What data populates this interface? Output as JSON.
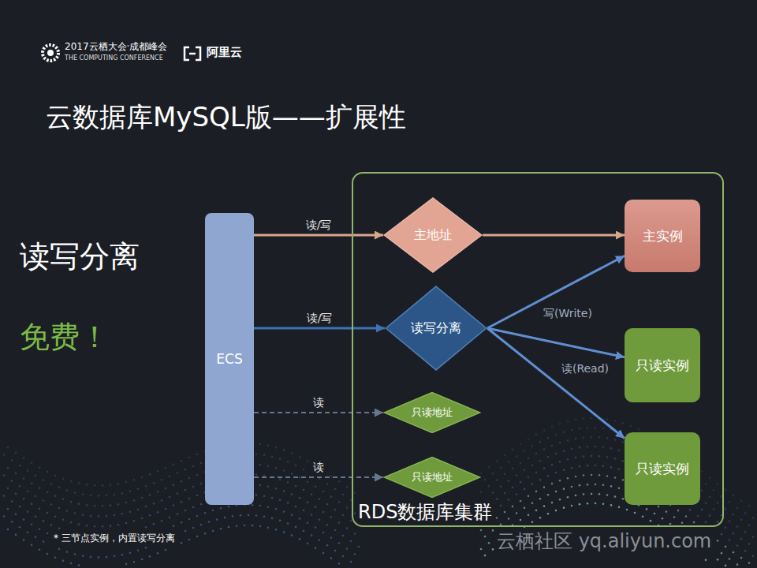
{
  "diagram": {
    "title": "云数据库MySQL版——扩展性",
    "nodes": [
      {
        "text": [
          "ECS"
        ]
      },
      {
        "text": [
          "RDS数据库集群"
        ]
      },
      {
        "text": [
          "主地址"
        ],
        "in": 1
      },
      {
        "text": [
          "读写分离"
        ],
        "in": 1
      },
      {
        "text": [
          "只读地址"
        ],
        "in": 1
      },
      {
        "text": [
          "只读地址"
        ],
        "in": 1
      },
      {
        "text": [
          "主实例"
        ],
        "in": 1
      },
      {
        "text": [
          "只读实例"
        ],
        "in": 1
      },
      {
        "text": [
          "只读实例"
        ],
        "in": 1
      }
    ],
    "edges": [
      {
        "from": 0,
        "to": 2,
        "arrow": "to",
        "label": "读/写"
      },
      {
        "from": 0,
        "to": 3,
        "arrow": "to",
        "label": "读/写"
      },
      {
        "from": 0,
        "to": 4,
        "arrow": "to",
        "label": "读"
      },
      {
        "from": 0,
        "to": 5,
        "arrow": "to",
        "label": "读"
      },
      {
        "from": 2,
        "to": 6,
        "arrow": "to"
      },
      {
        "from": 3,
        "to": 6,
        "arrow": "to",
        "label": "写(Write)"
      },
      {
        "from": 3,
        "to": 7,
        "arrow": "to",
        "label": "读(Read)"
      },
      {
        "from": 3,
        "to": 8,
        "arrow": "to"
      }
    ],
    "labels": [
      "2017云栖大会·成都峰会",
      "THE COMPUTING CONFERENCE",
      "阿里云",
      "读写分离",
      "免费！",
      "* 三节点实例，内置读写分离",
      "云栖社区 yq.aliyun.com"
    ]
  }
}
